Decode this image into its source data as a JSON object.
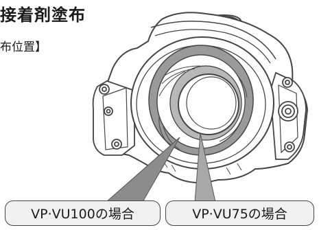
{
  "header": {
    "title": "接着剤塗布",
    "subtitle": "布位置】"
  },
  "callouts": {
    "vp_vu100": "VP·VU100の場合",
    "vp_vu75": "VP·VU75の場合"
  },
  "colors": {
    "outline": "#444444",
    "band_100": "#9a9a9a",
    "band_75": "#b8b8b8",
    "pointer_100": "#8c8c8c",
    "pointer_75": "#a8a8a8",
    "callout_fill": "#f0f0f0"
  }
}
